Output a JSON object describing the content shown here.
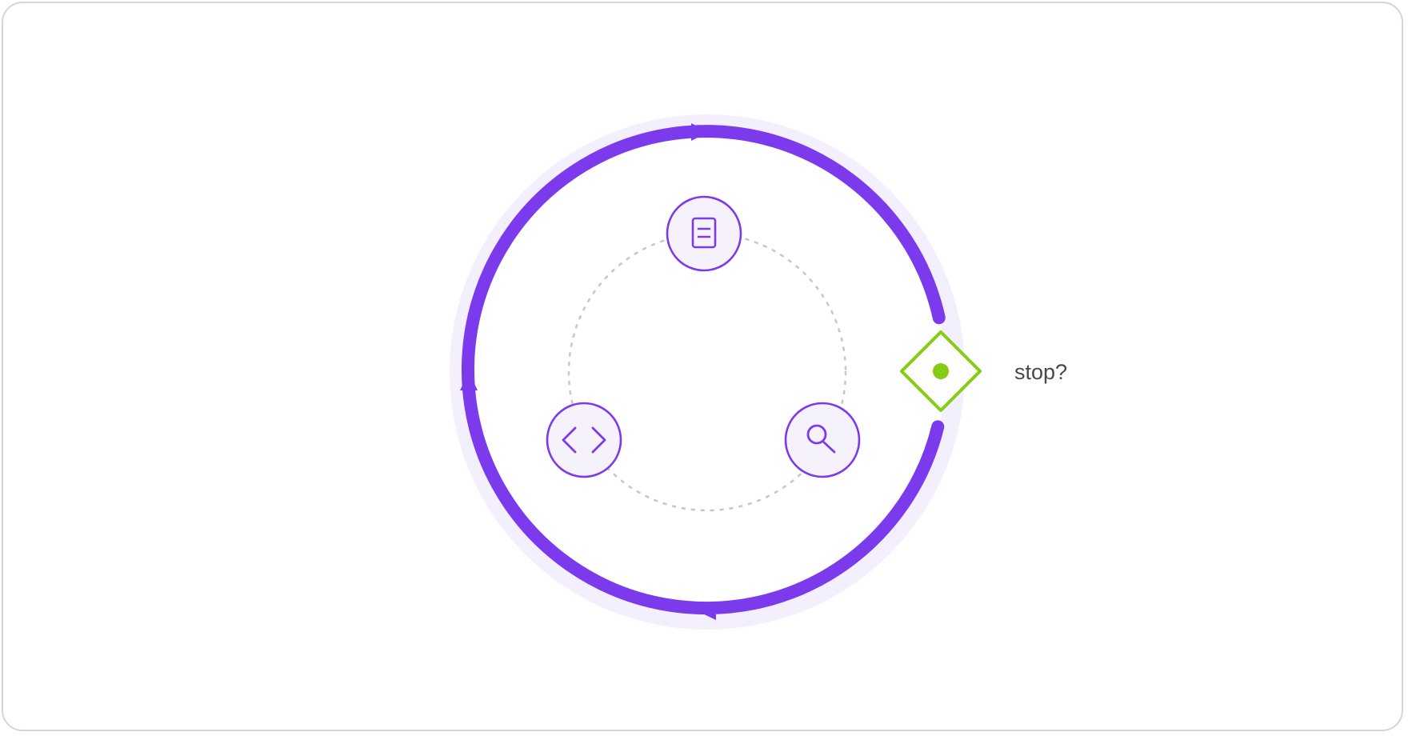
{
  "diagram": {
    "decision_label": "stop?",
    "nodes": [
      {
        "id": "document",
        "icon": "document-icon"
      },
      {
        "id": "search",
        "icon": "search-icon"
      },
      {
        "id": "code",
        "icon": "code-icon"
      }
    ],
    "colors": {
      "loop": "#7c3aed",
      "loop_halo": "#f3effd",
      "node_fill": "#f6f2fb",
      "node_stroke": "#7c3aed",
      "decision": "#84cc16",
      "dotted_ring": "#c8c8cc",
      "frame_border": "#d6d6d6"
    }
  }
}
